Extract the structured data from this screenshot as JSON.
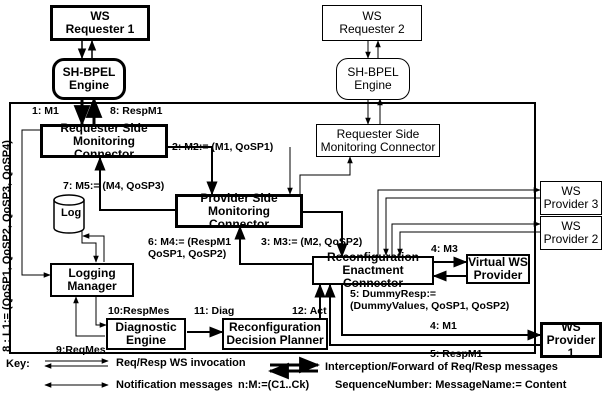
{
  "nodes": {
    "ws_requester_1": "WS\nRequester 1",
    "ws_requester_2": "WS\nRequester 2",
    "sh_bpel_1": "SH-BPEL\nEngine",
    "sh_bpel_2": "SH-BPEL\nEngine",
    "req_monitor_1": "Requester Side\nMonitoring Connector",
    "req_monitor_2": "Requester Side\nMonitoring Connector",
    "provider_monitor": "Provider Side\nMonitoring Connector",
    "log": "Log",
    "logging_manager": "Logging\nManager",
    "reconfig_enactment": "Reconfiguration\nEnactment Connector",
    "virtual_ws": "Virtual WS\nProvider",
    "diagnostic_engine": "Diagnostic\nEngine",
    "decision_planner": "Reconfiguration\nDecision Planner",
    "ws_provider_1": "WS\nProvider 1",
    "ws_provider_2": "WS\nProvider 2",
    "ws_provider_3": "WS\nProvider 3"
  },
  "labels": {
    "m1_top": "1: M1",
    "respm1_top": "8: RespM1",
    "m2": "2: M2:= (M1, QoSP1)",
    "m5": "7: M5:= (M4, QoSP3)",
    "m4": "6: M4:= (RespM1\nQoSP1, QoSP2)",
    "m3": "3: M3:= (M2, QoSP2)",
    "m3_virtual": "4: M3",
    "dummy": "5: DummyResp:=\n(DummyValues, QoSP1, QoSP2)",
    "m1_bottom": "4: M1",
    "respm1_bottom": "5: RespM1",
    "l1": "8 : L1:= (QoSP1, QoSP2, QoSP3, QoSP4)",
    "respmes": "10:RespMes",
    "diag": "11: Diag",
    "act": "12: Act",
    "reqmes": "9:ReqMes"
  },
  "key": {
    "title": "Key:",
    "req_resp": "Req/Resp WS invocation",
    "notification": "Notification messages",
    "interception": "Interception/Forward of Req/Resp messages",
    "notation_short": "n:M:=(C1..Ck)",
    "notation_long": "SequenceNumber: MessageName:= Content"
  }
}
